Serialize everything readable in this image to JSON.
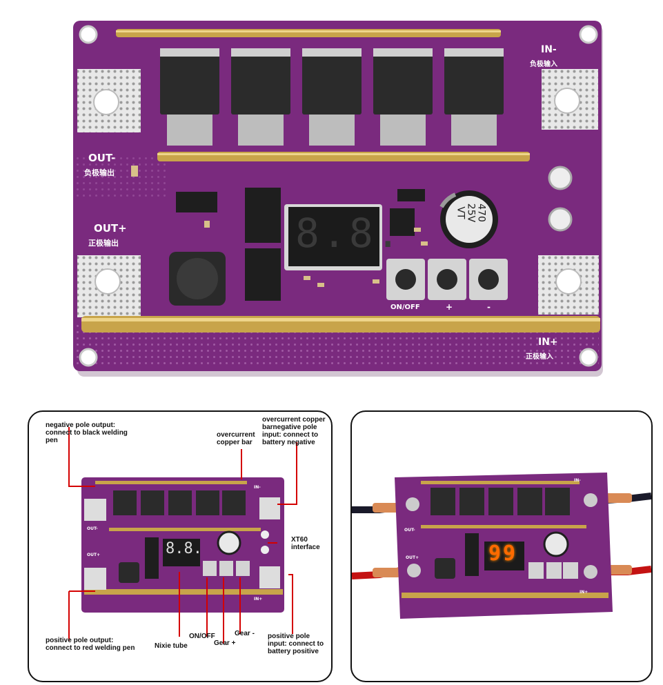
{
  "board": {
    "in_neg": "IN-",
    "in_neg_cn": "负极输入",
    "out_neg": "OUT-",
    "out_neg_cn": "负极输出",
    "out_pos": "OUT+",
    "out_pos_cn": "正极输出",
    "in_pos": "IN+",
    "in_pos_cn": "正极输入",
    "capacitor": [
      "470",
      "25V",
      "VT"
    ],
    "button_onoff": "ON/OFF",
    "button_plus": "+",
    "button_minus": "-",
    "display_left": "8.8.",
    "display_right": "99"
  },
  "callouts": {
    "neg_output": "negative pole output: connect to black welding pen",
    "copper_bar": "overcurrent copper bar",
    "neg_input": "overcurrent copper barnegative pole input: connect to battery negative",
    "xt60": "XT60 interface",
    "pos_output": "positive pole output: connect to red welding pen",
    "nixie": "Nixie tube",
    "onoff": "ON/OFF",
    "gear_plus": "Gear +",
    "gear_minus": "Gear -",
    "pos_input": "positive pole input: connect to battery positive"
  },
  "colors": {
    "pcb": "#7a2a7e",
    "pcb_dark": "#5e1d63",
    "copper": "#c8a44a",
    "silver": "#d9d9d9",
    "led_red": "#ff6a00",
    "callout_line": "#d40000"
  }
}
